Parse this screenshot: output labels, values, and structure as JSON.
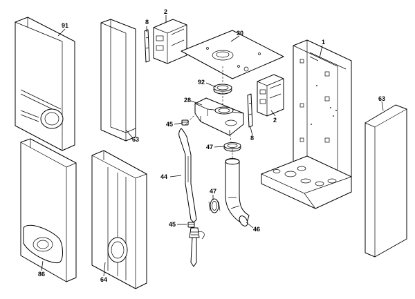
{
  "labels": {
    "p91": "91",
    "p63a": "63",
    "p2a": "2",
    "p8a": "8",
    "p30": "30",
    "p1": "1",
    "p92": "92",
    "p28": "28",
    "p45a": "45",
    "p47a": "47",
    "p8b": "8",
    "p2b": "2",
    "p63b": "63",
    "p44": "44",
    "p47b": "47",
    "p45b": "45",
    "p46": "46",
    "p86": "86",
    "p64": "64"
  }
}
